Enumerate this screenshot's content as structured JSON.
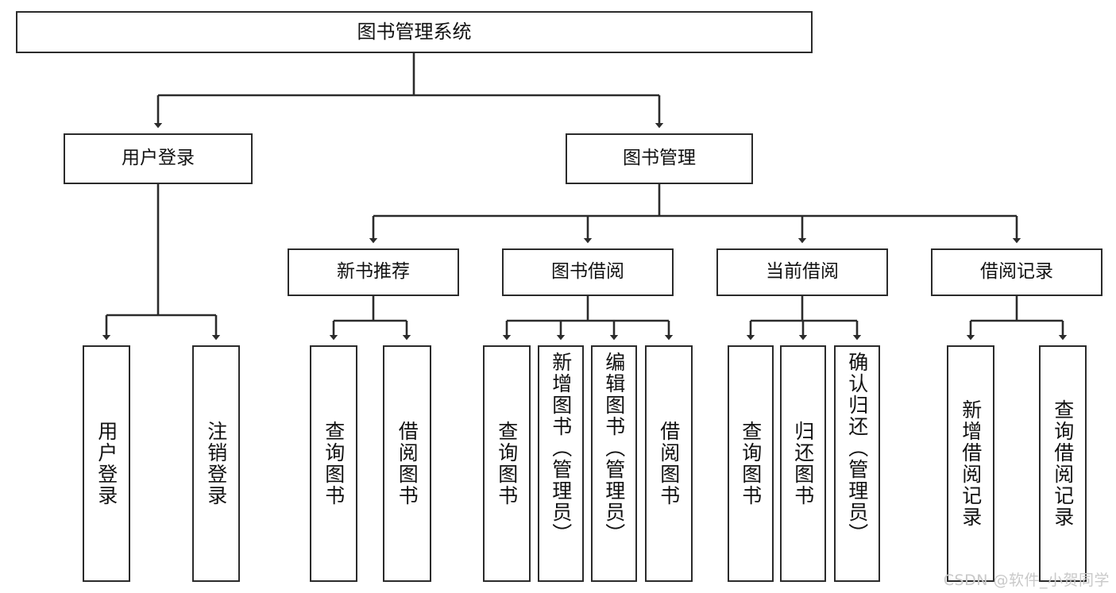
{
  "diagram": {
    "type": "tree-hierarchy",
    "title": "图书管理系统",
    "levels": 4,
    "colors": {
      "box_border": "#2b2b2b",
      "box_fill": "#ffffff",
      "connector": "#2b2b2b",
      "text": "#111111",
      "watermark": "#c9c9c9"
    },
    "nodes": {
      "root": {
        "label": "图书管理系统"
      },
      "level2": [
        {
          "id": "user-login",
          "label": "用户登录"
        },
        {
          "id": "book-manage",
          "label": "图书管理"
        }
      ],
      "level3": [
        {
          "id": "new-book-recommend",
          "label": "新书推荐"
        },
        {
          "id": "book-borrow",
          "label": "图书借阅"
        },
        {
          "id": "current-borrow",
          "label": "当前借阅"
        },
        {
          "id": "borrow-record",
          "label": "借阅记录"
        }
      ],
      "leaves": {
        "user-login": [
          {
            "id": "leaf-user-login",
            "label": "用户登录"
          },
          {
            "id": "leaf-logout-login",
            "label": "注销登录"
          }
        ],
        "new-book-recommend": [
          {
            "id": "leaf-query-book-1",
            "label": "查询图书"
          },
          {
            "id": "leaf-borrow-book-1",
            "label": "借阅图书"
          }
        ],
        "book-borrow": [
          {
            "id": "leaf-query-book-2",
            "label": "查询图书"
          },
          {
            "id": "leaf-add-book",
            "label": "新增图书（管理员）"
          },
          {
            "id": "leaf-edit-book",
            "label": "编辑图书（管理员）"
          },
          {
            "id": "leaf-borrow-book-2",
            "label": "借阅图书"
          }
        ],
        "current-borrow": [
          {
            "id": "leaf-query-book-3",
            "label": "查询图书"
          },
          {
            "id": "leaf-return-book",
            "label": "归还图书"
          },
          {
            "id": "leaf-confirm-return",
            "label": "确认归还（管理员）"
          }
        ],
        "borrow-record": [
          {
            "id": "leaf-add-record",
            "label": "新增借阅记录"
          },
          {
            "id": "leaf-query-record",
            "label": "查询借阅记录"
          }
        ]
      }
    },
    "watermark": "CSDN @软件_小贺同学"
  }
}
